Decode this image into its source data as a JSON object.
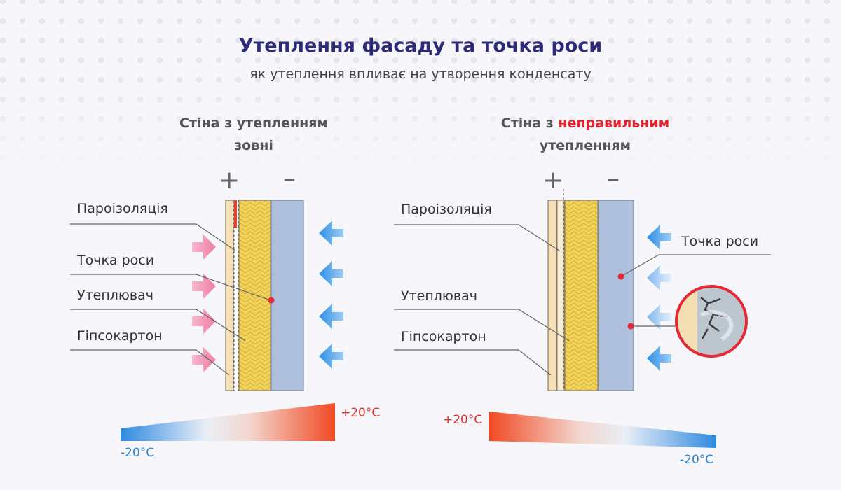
{
  "header": {
    "title": "Утеплення фасаду та точка роси",
    "subtitle": "як утеплення впливає на утворення конденсату"
  },
  "left_panel": {
    "heading_line1": "Стіна з утепленням",
    "heading_line2": "зовні",
    "plus": "+",
    "minus": "–",
    "labels": {
      "vapor_barrier": "Пароізоляція",
      "dew_point": "Точка роси",
      "insulation": "Утеплювач",
      "drywall": "Гіпсокартон"
    },
    "temp_hot": "+20°C",
    "temp_cold": "-20°C"
  },
  "right_panel": {
    "heading_prefix": "Стіна з ",
    "heading_highlight": "неправильним",
    "heading_line2": "утепленням",
    "plus": "+",
    "minus": "–",
    "labels": {
      "vapor_barrier": "Пароізоляція",
      "dew_point": "Точка роси",
      "insulation": "Утеплювач",
      "drywall": "Гіпсокартон"
    },
    "temp_hot": "+20°C",
    "temp_cold": "-20°C"
  },
  "colors": {
    "title": "#2e2a7a",
    "highlight": "#e6222d",
    "warm_arrow": "#f28fb0",
    "cold_arrow": "#3d9be9",
    "insulation": "#f2d35a",
    "concrete": "#aebfde",
    "drywall": "#f4dfb6",
    "dew_dot": "#e62834"
  },
  "icons": [
    "warm-air-arrow-icon",
    "cold-air-arrow-icon",
    "dew-point-dot-icon",
    "damage-magnifier-icon"
  ]
}
